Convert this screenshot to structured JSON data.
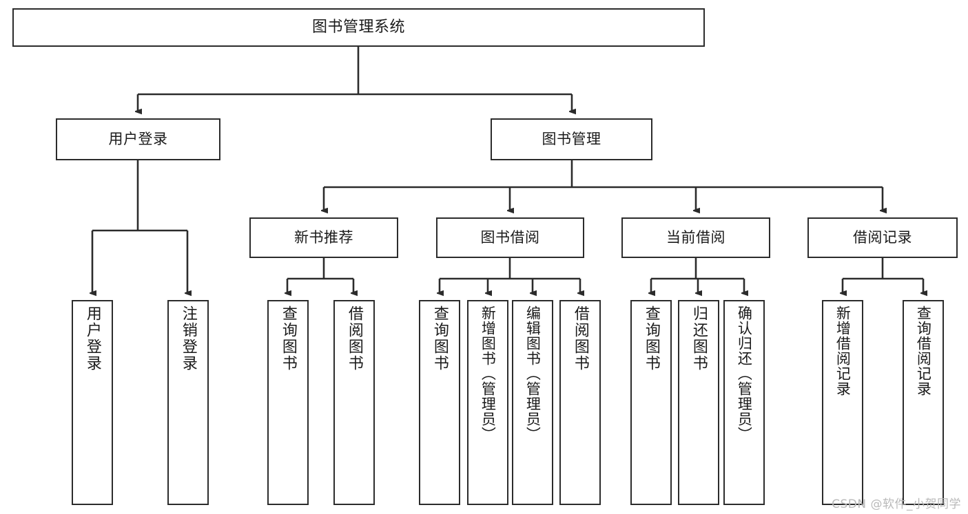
{
  "diagram": {
    "title": "图书管理系统",
    "type": "tree",
    "stroke_color": "#2b2b2b",
    "fill_color": "#ffffff",
    "text_color": "#1a1a1a",
    "watermark": "CSDN @软件_小贺同学",
    "levels": {
      "root": {
        "label": "图书管理系统"
      },
      "level1": [
        {
          "label": "用户登录"
        },
        {
          "label": "图书管理"
        }
      ],
      "level2": [
        {
          "label": "新书推荐"
        },
        {
          "label": "图书借阅"
        },
        {
          "label": "当前借阅"
        },
        {
          "label": "借阅记录"
        }
      ],
      "leaves": {
        "user_login": [
          {
            "label": "用户登录"
          },
          {
            "label": "注销登录"
          }
        ],
        "new_book_recommend": [
          {
            "label": "查询图书"
          },
          {
            "label": "借阅图书"
          }
        ],
        "book_borrow": [
          {
            "label": "查询图书"
          },
          {
            "label": "新增图书（管理员）"
          },
          {
            "label": "编辑图书（管理员）"
          },
          {
            "label": "借阅图书"
          }
        ],
        "current_borrow": [
          {
            "label": "查询图书"
          },
          {
            "label": "归还图书"
          },
          {
            "label": "确认归还（管理员）"
          }
        ],
        "borrow_record": [
          {
            "label": "新增借阅记录"
          },
          {
            "label": "查询借阅记录"
          }
        ]
      }
    }
  }
}
